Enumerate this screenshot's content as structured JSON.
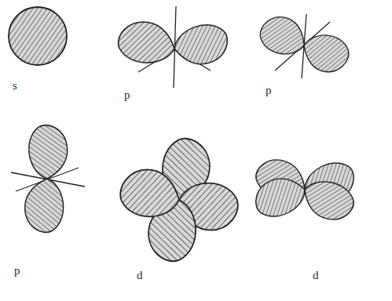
{
  "diagram": {
    "labels": [
      "s",
      "p",
      "p",
      "p",
      "d",
      "d"
    ]
  }
}
